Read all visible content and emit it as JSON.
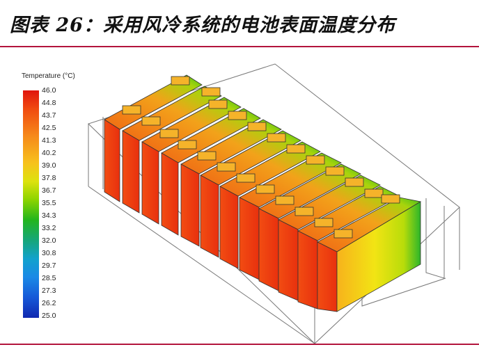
{
  "title": "图表 26：采用风冷系统的电池表面温度分布",
  "legend": {
    "title": "Temperature (°C)",
    "ticks": [
      "46.0",
      "44.8",
      "43.7",
      "42.5",
      "41.3",
      "40.2",
      "39.0",
      "37.8",
      "36.7",
      "35.5",
      "34.3",
      "33.2",
      "32.0",
      "30.8",
      "29.7",
      "28.5",
      "27.3",
      "26.2",
      "25.0"
    ],
    "colors": {
      "max": "#e0140e",
      "high": "#f6891a",
      "mid": "#dde20e",
      "low_mid": "#22b51d",
      "low": "#12a2cc",
      "min": "#1028b0"
    }
  },
  "battery_pack": {
    "cell_count": 12,
    "range_min_c": 25.0,
    "range_max_c": 46.0
  }
}
